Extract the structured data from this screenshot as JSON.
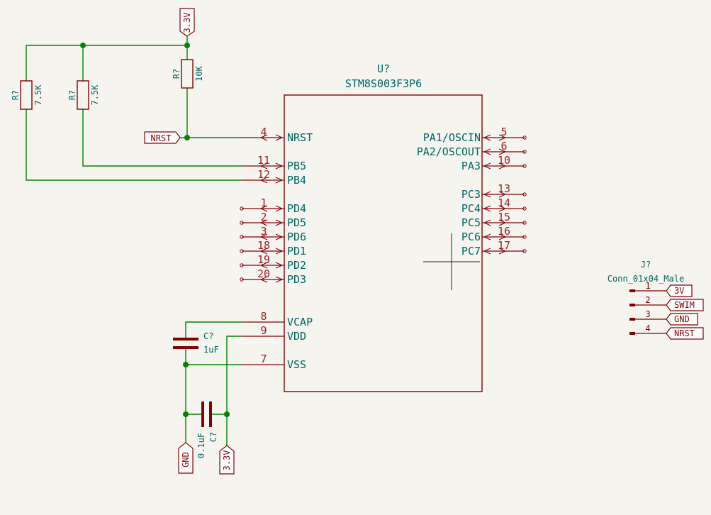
{
  "mcu": {
    "ref": "U?",
    "value": "STM8S003F3P6",
    "left_pins": [
      {
        "num": "4",
        "name": "NRST"
      },
      {
        "num": "11",
        "name": "PB5"
      },
      {
        "num": "12",
        "name": "PB4"
      },
      {
        "num": "1",
        "name": "PD4"
      },
      {
        "num": "2",
        "name": "PD5"
      },
      {
        "num": "3",
        "name": "PD6"
      },
      {
        "num": "18",
        "name": "PD1"
      },
      {
        "num": "19",
        "name": "PD2"
      },
      {
        "num": "20",
        "name": "PD3"
      },
      {
        "num": "8",
        "name": "VCAP"
      },
      {
        "num": "9",
        "name": "VDD"
      },
      {
        "num": "7",
        "name": "VSS"
      }
    ],
    "right_pins": [
      {
        "num": "5",
        "name": "PA1/OSCIN"
      },
      {
        "num": "6",
        "name": "PA2/OSCOUT"
      },
      {
        "num": "10",
        "name": "PA3"
      },
      {
        "num": "13",
        "name": "PC3"
      },
      {
        "num": "14",
        "name": "PC4"
      },
      {
        "num": "15",
        "name": "PC5"
      },
      {
        "num": "16",
        "name": "PC6"
      },
      {
        "num": "17",
        "name": "PC7"
      }
    ]
  },
  "resistors": [
    {
      "ref": "R?",
      "value": "10K"
    },
    {
      "ref": "R?",
      "value": "7.5K"
    },
    {
      "ref": "R?",
      "value": "7.5K"
    }
  ],
  "capacitors": [
    {
      "ref": "C?",
      "value": "1uF"
    },
    {
      "ref": "C?",
      "value": "0.1uF"
    }
  ],
  "connector": {
    "ref": "J?",
    "value": "Conn_01x04_Male",
    "pins": [
      {
        "num": "1",
        "label": "3V"
      },
      {
        "num": "2",
        "label": "SWIM"
      },
      {
        "num": "3",
        "label": "GND"
      },
      {
        "num": "4",
        "label": "NRST"
      }
    ]
  },
  "labels": {
    "top_power": "3.3V",
    "nrst": "NRST",
    "gnd": "GND",
    "bottom_power": "3.3V"
  }
}
